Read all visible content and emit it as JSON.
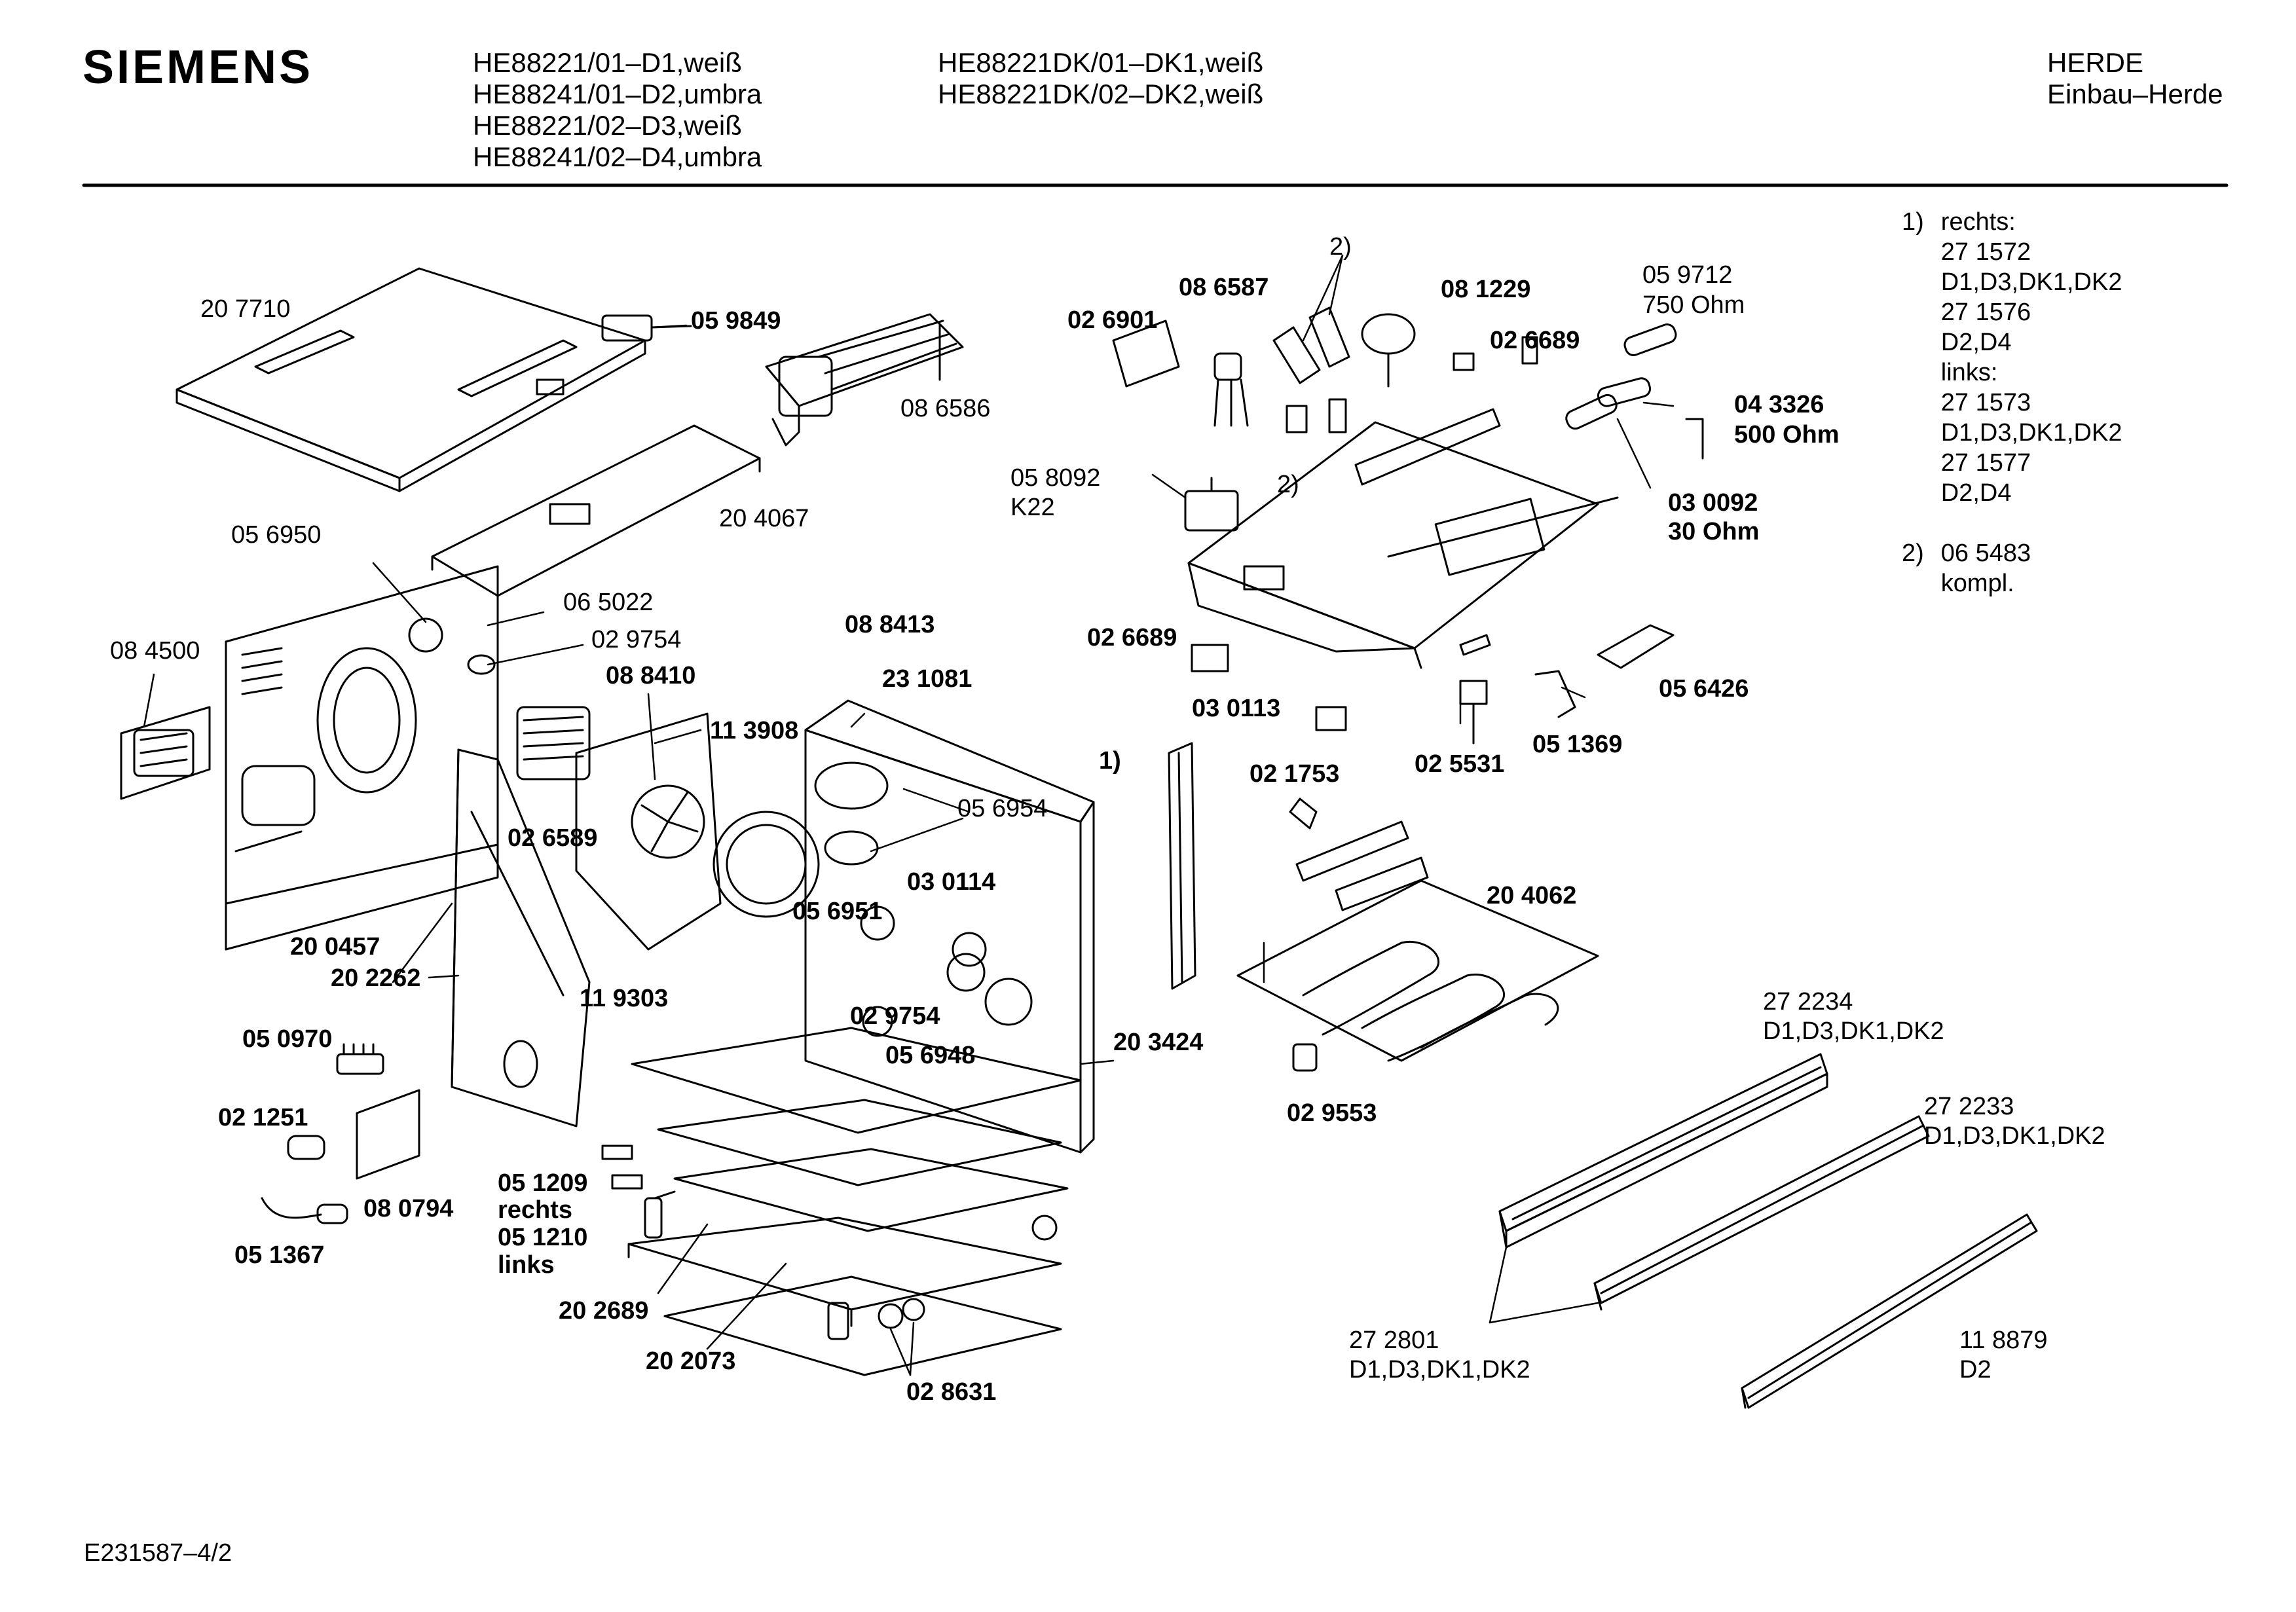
{
  "header": {
    "brand": "SIEMENS",
    "models_col1": [
      "HE88221/01–D1,weiß",
      "HE88241/01–D2,umbra",
      "HE88221/02–D3,weiß",
      "HE88241/02–D4,umbra"
    ],
    "models_col2": [
      "HE88221DK/01–DK1,weiß",
      "HE88221DK/02–DK2,weiß"
    ],
    "category": "HERDE",
    "subcategory": "Einbau–Herde"
  },
  "notes": {
    "n1_marker": "1)",
    "n1_lines": [
      "rechts:",
      "27 1572",
      "D1,D3,DK1,DK2",
      "27 1576",
      "D2,D4",
      "links:",
      "27 1573",
      "D1,D3,DK1,DK2",
      "27 1577",
      "D2,D4"
    ],
    "n2_marker": "2)",
    "n2_lines": [
      "06 5483",
      "kompl."
    ]
  },
  "parts": {
    "p207710": "20 7710",
    "p059849": "05 9849",
    "p086586": "08 6586",
    "p204067": "20 4067",
    "p056950": "05 6950",
    "p065022": "06 5022",
    "p029754a": "02 9754",
    "p084500": "08 4500",
    "p088410": "08 8410",
    "p113908": "11 3908",
    "p026589": "02 6589",
    "p200457": "20 0457",
    "p202262": "20 2262",
    "p119303": "11 9303",
    "p050970": "05 0970",
    "p021251": "02 1251",
    "p080794": "08 0794",
    "p051367": "05 1367",
    "p051209": "05 1209",
    "p_rechts": "rechts",
    "p051210": "05 1210",
    "p_links": "links",
    "p202689": "20 2689",
    "p202073": "20 2073",
    "p028631": "02 8631",
    "p088413": "08 8413",
    "p231081": "23 1081",
    "p056954": "05 6954",
    "p030114": "03 0114",
    "p056951": "05 6951",
    "p029754b": "02 9754",
    "p056948": "05 6948",
    "p203424": "20 3424",
    "p086587": "08 6587",
    "p_note2a": "2)",
    "p_note2b": "2)",
    "p026901": "02 6901",
    "p081229": "08 1229",
    "p026689a": "02 6689",
    "p059712": "05 9712",
    "p750ohm": "750 Ohm",
    "p043326": "04 3326",
    "p500ohm": "500 Ohm",
    "p030092": "03 0092",
    "p30ohm": "30 Ohm",
    "p058092": "05 8092",
    "pK22": "K22",
    "p026689b": "02 6689",
    "p030113": "03 0113",
    "p025531": "02 5531",
    "p051369": "05 1369",
    "p056426": "05 6426",
    "p_note1": "1)",
    "p021753": "02 1753",
    "p204062": "20 4062",
    "p029553": "02 9553",
    "p272234": "27 2234",
    "p272234v": "D1,D3,DK1,DK2",
    "p272233": "27 2233",
    "p272233v": "D1,D3,DK1,DK2",
    "p272801": "27 2801",
    "p272801v": "D1,D3,DK1,DK2",
    "p118879": "11 8879",
    "p118879v": "D2"
  },
  "footer": {
    "doc_id": "E231587–4/2"
  }
}
